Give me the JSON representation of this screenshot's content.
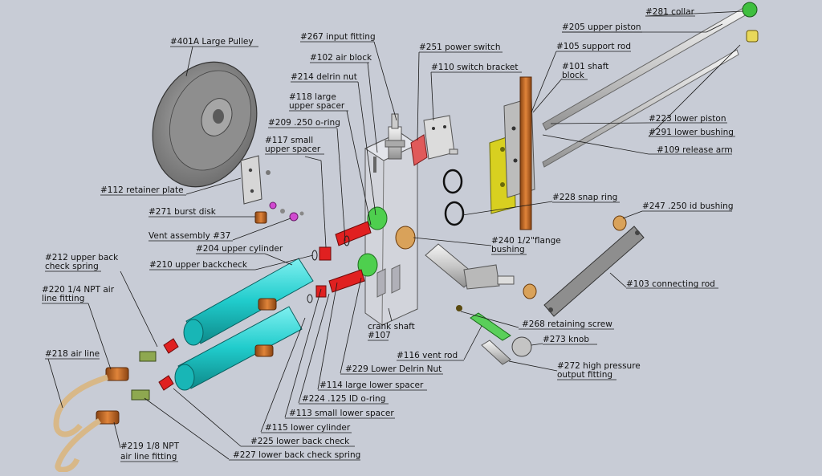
{
  "labels": {
    "collar": "#281 collar",
    "upper_piston": "#205 upper piston",
    "input_fitting": "#267 input fitting",
    "power_switch": "#251 power switch",
    "large_pulley": "#401A  Large Pulley",
    "air_block": "#102 air block",
    "support_rod": "#105 support rod",
    "switch_bracket": "#110 switch bracket",
    "shaft_block_1": "#101 shaft",
    "shaft_block_2": "block",
    "delrin_nut": "#214 delrin nut",
    "large_upper_spacer_1": "#118 large",
    "large_upper_spacer_2": "upper spacer",
    "o_ring_250": "#209 .250 o-ring",
    "small_upper_spacer_1": "#117 small",
    "small_upper_spacer_2": "upper spacer",
    "lower_piston": "#223 lower piston",
    "lower_bushing": "#291 lower bushing",
    "release_arm": "#109 release arm",
    "retainer_plate": "#112 retainer plate",
    "snap_ring": "#228 snap ring",
    "id_bushing": "#247 .250 id bushing",
    "burst_disk": "#271 burst disk",
    "vent_assembly": "Vent assembly #37",
    "flange_bushing_1": "#240 1/2\"flange",
    "flange_bushing_2": "bushing",
    "upper_cylinder": "#204 upper cylinder",
    "upper_back_check_spring_1": "#212 upper back",
    "upper_back_check_spring_2": "check spring",
    "upper_backcheck": "#210 upper backcheck",
    "connecting_rod": "#103 connecting rod",
    "npt_14_1": "#220  1/4 NPT air",
    "npt_14_2": "line fitting",
    "retaining_screw": "#268 retaining screw",
    "crank_shaft_1": "crank shaft",
    "crank_shaft_2": "#107",
    "knob": "#273 knob",
    "vent_rod": "#116 vent rod",
    "air_line": "#218 air line",
    "hp_output_1": "#272 high pressure",
    "hp_output_2": "output fitting",
    "lower_delrin_nut": "#229 Lower Delrin Nut",
    "large_lower_spacer": "#114 large lower spacer",
    "o_ring_125": "#224 .125 ID o-ring",
    "small_lower_spacer": "#113 small lower spacer",
    "lower_cylinder": "#115 lower cylinder",
    "npt_18_1": "#219 1/8 NPT",
    "npt_18_2": "air line fitting",
    "lower_back_check": "#225 lower back check",
    "lower_back_check_spring": "#227 lower back check spring"
  },
  "colors": {
    "background": "#c8ccd6",
    "cylinder": "#22d3d3",
    "fitting_green": "#3fbf3f",
    "red_parts": "#e02020",
    "yellow_bracket": "#d8d020",
    "copper": "#c86e22",
    "brass": "#c9a86a"
  }
}
